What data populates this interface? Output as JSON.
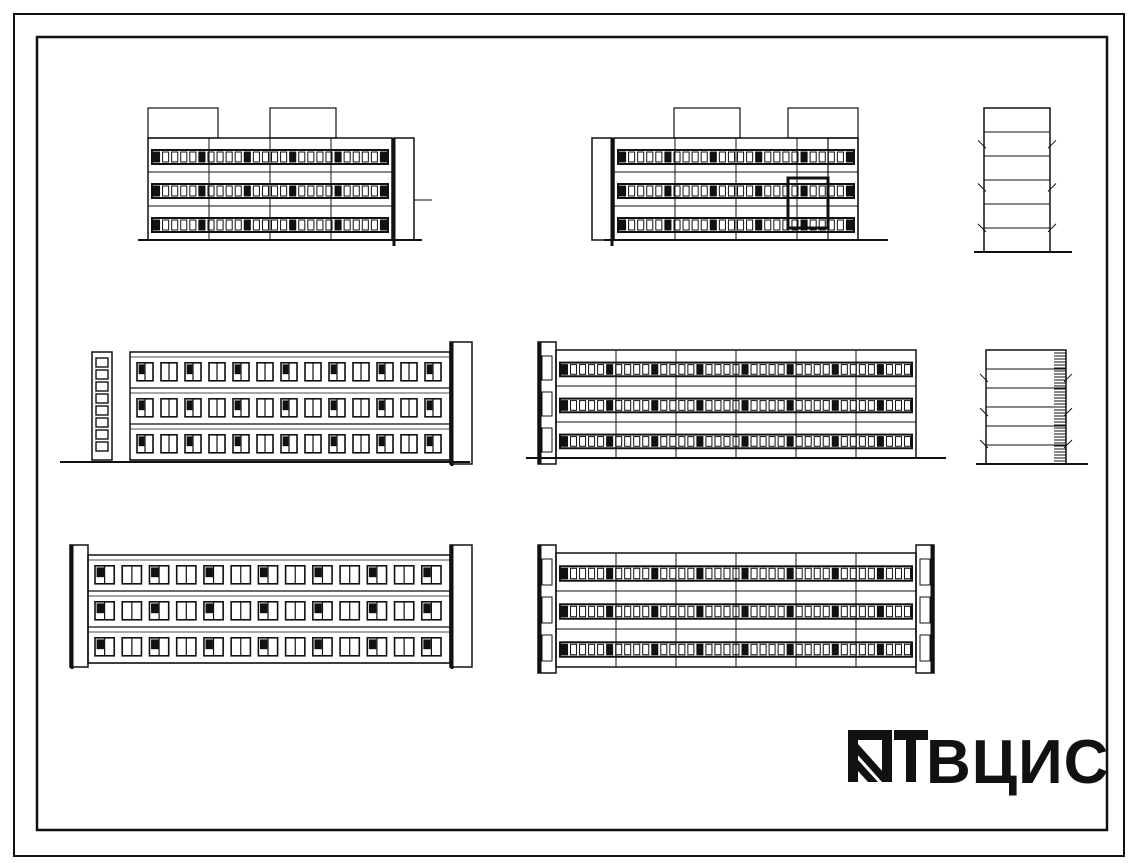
{
  "sheet": {
    "elevations": [
      {
        "id": "elev-1",
        "kind": "end-wing-left"
      },
      {
        "id": "elev-2",
        "kind": "end-wing-right"
      },
      {
        "id": "elev-3",
        "kind": "side-small"
      },
      {
        "id": "elev-4",
        "kind": "long-with-doors"
      },
      {
        "id": "elev-5",
        "kind": "long-ribbon"
      },
      {
        "id": "elev-6",
        "kind": "side-small-hatched"
      },
      {
        "id": "elev-7",
        "kind": "long-with-doors-both"
      },
      {
        "id": "elev-8",
        "kind": "long-ribbon-both"
      }
    ]
  },
  "stamp": {
    "text": "ВЦИС",
    "mark": "НТ"
  },
  "colors": {
    "ink": "#111111",
    "paper": "#ffffff"
  }
}
